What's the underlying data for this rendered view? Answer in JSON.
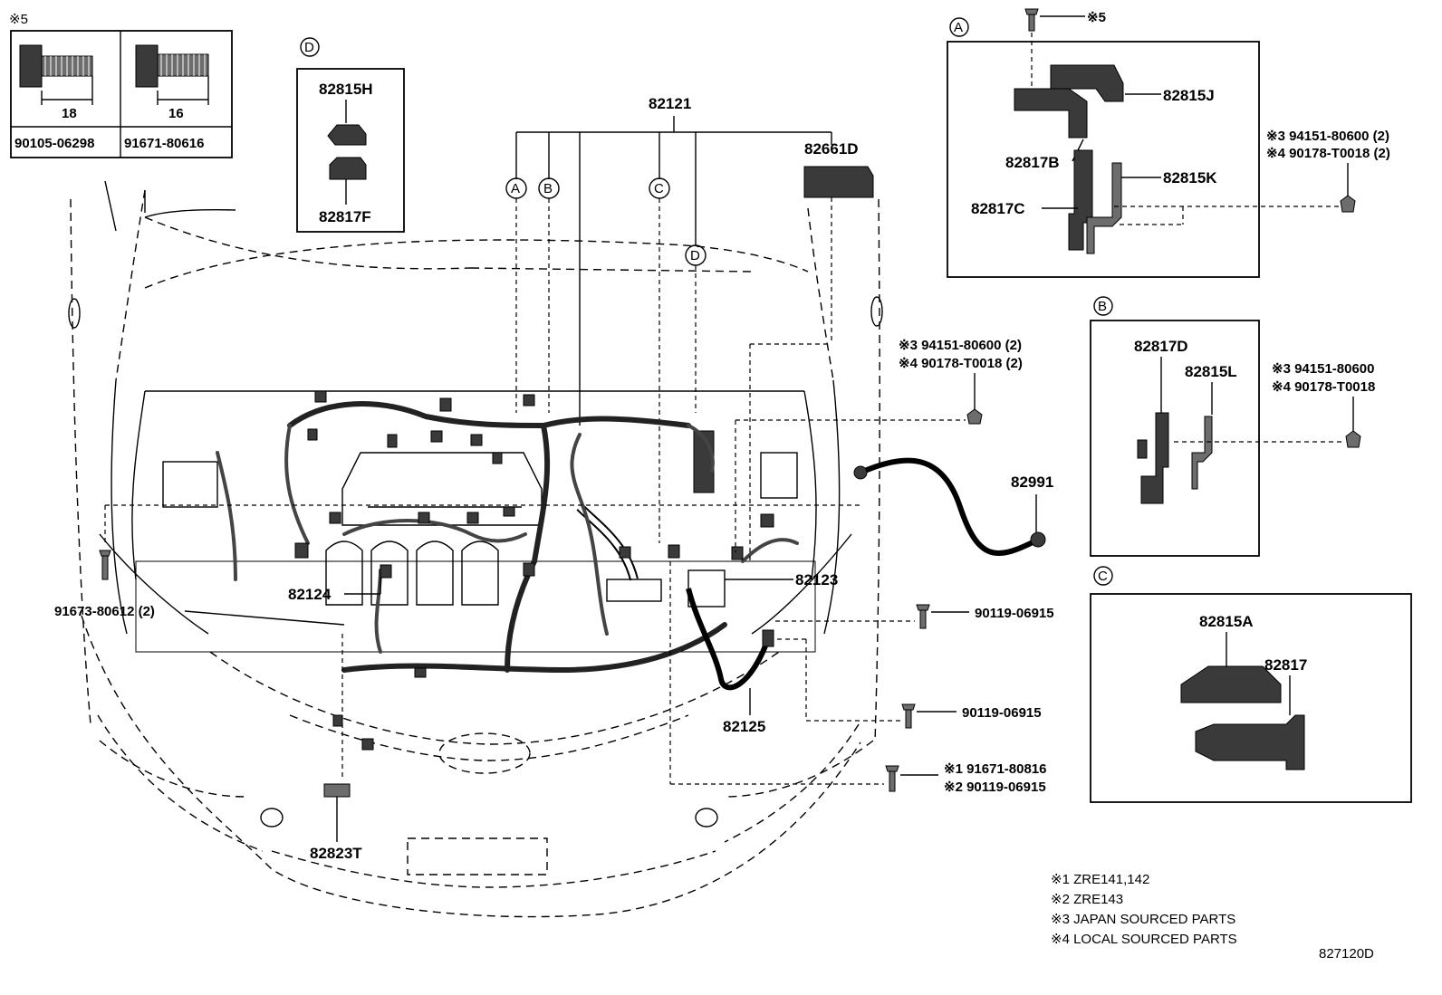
{
  "notes": {
    "note5_mark": "※5",
    "n1": "※1 ZRE141,142",
    "n2": "※2 ZRE143",
    "n3": "※3 JAPAN SOURCED PARTS",
    "n4": "※4 LOCAL SOURCED PARTS"
  },
  "diagram_id": "827120D",
  "bolt_table": {
    "dim_left": "18",
    "dim_right": "16",
    "pn_left": "90105-06298",
    "pn_right": "91671-80616"
  },
  "detail_d": {
    "letter": "D",
    "p1": "82815H",
    "p2": "82817F"
  },
  "detail_a": {
    "letter": "A",
    "bolt_note": "※5",
    "p1": "82815J",
    "p2": "82817B",
    "p3": "82815K",
    "p4": "82817C",
    "clip1": "※3 94151-80600 (2)",
    "clip2": "※4 90178-T0018 (2)"
  },
  "detail_b": {
    "letter": "B",
    "p1": "82817D",
    "p2": "82815L",
    "clip1": "※3 94151-80600",
    "clip2": "※4 90178-T0018"
  },
  "detail_c": {
    "letter": "C",
    "p1": "82815A",
    "p2": "82817"
  },
  "main": {
    "p_82121": "82121",
    "p_82661d": "82661D",
    "ref_a": "A",
    "ref_b": "B",
    "ref_c": "C",
    "ref_d": "D",
    "clip1": "※3 94151-80600 (2)",
    "clip2": "※4 90178-T0018 (2)",
    "p_82991": "82991",
    "p_82123": "82123",
    "p_82124": "82124",
    "p_91673": "91673-80612 (2)",
    "bolt_a": "90119-06915",
    "bolt_b": "90119-06915",
    "p_82125": "82125",
    "bolt_c1": "※1 91671-80816",
    "bolt_c2": "※2 90119-06915",
    "p_82823t": "82823T"
  },
  "icons": [
    "bolt-icon",
    "clip-nut-icon",
    "connector-icon",
    "harness-icon",
    "bracket-icon"
  ]
}
